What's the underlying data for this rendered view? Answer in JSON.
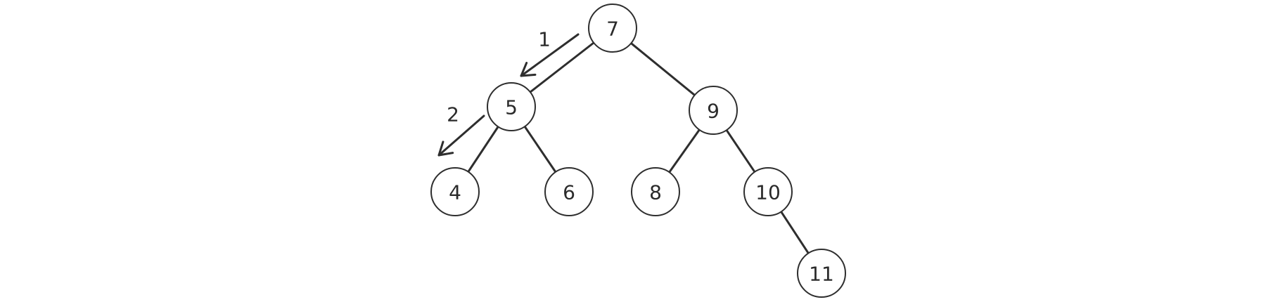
{
  "diagram": {
    "nodes": [
      {
        "id": "n7",
        "label": "7"
      },
      {
        "id": "n5",
        "label": "5"
      },
      {
        "id": "n9",
        "label": "9"
      },
      {
        "id": "n4",
        "label": "4"
      },
      {
        "id": "n6",
        "label": "6"
      },
      {
        "id": "n8",
        "label": "8"
      },
      {
        "id": "n10",
        "label": "10"
      },
      {
        "id": "n11",
        "label": "11"
      }
    ],
    "edges": [
      {
        "from": "n7",
        "to": "n5"
      },
      {
        "from": "n7",
        "to": "n9"
      },
      {
        "from": "n5",
        "to": "n4"
      },
      {
        "from": "n5",
        "to": "n6"
      },
      {
        "from": "n9",
        "to": "n8"
      },
      {
        "from": "n9",
        "to": "n10"
      },
      {
        "from": "n10",
        "to": "n11"
      }
    ],
    "steps": [
      {
        "label": "1",
        "from": "n7",
        "to": "n5"
      },
      {
        "label": "2",
        "from": "n5",
        "to": "n4"
      }
    ]
  }
}
